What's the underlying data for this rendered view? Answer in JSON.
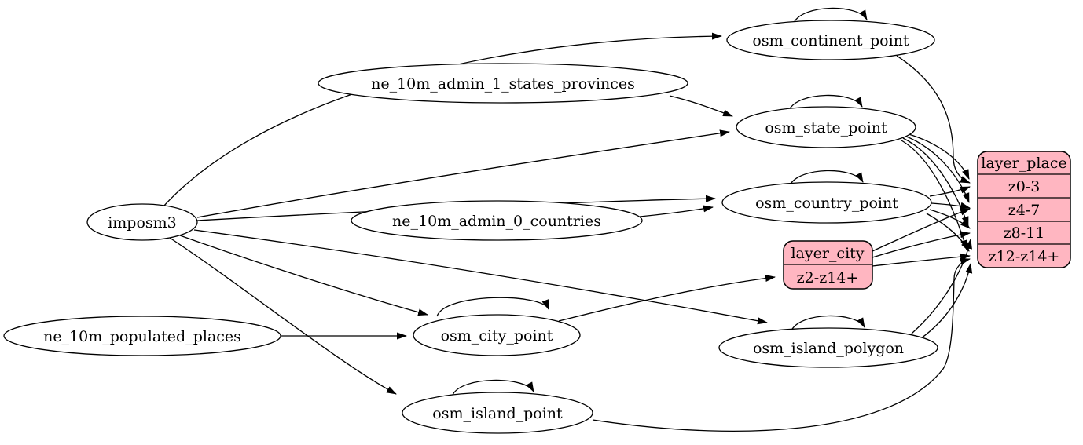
{
  "diagram": {
    "kind": "etl-dependency-graph",
    "colors": {
      "background": "#ffffff",
      "ellipse_fill": "#ffffff",
      "record_fill": "#ffb6c1",
      "stroke": "#000000"
    },
    "nodes": {
      "imposm3": {
        "label": "imposm3"
      },
      "ne_10m_admin_1_states_provinces": {
        "label": "ne_10m_admin_1_states_provinces"
      },
      "ne_10m_admin_0_countries": {
        "label": "ne_10m_admin_0_countries"
      },
      "ne_10m_populated_places": {
        "label": "ne_10m_populated_places"
      },
      "osm_continent_point": {
        "label": "osm_continent_point"
      },
      "osm_state_point": {
        "label": "osm_state_point"
      },
      "osm_country_point": {
        "label": "osm_country_point"
      },
      "osm_city_point": {
        "label": "osm_city_point"
      },
      "osm_island_polygon": {
        "label": "osm_island_polygon"
      },
      "osm_island_point": {
        "label": "osm_island_point"
      },
      "layer_place": {
        "title": "layer_place",
        "rows": [
          "z0-3",
          "z4-7",
          "z8-11",
          "z12-z14+"
        ]
      },
      "layer_city": {
        "title": "layer_city",
        "rows": [
          "z2-z14+"
        ]
      }
    },
    "edges": [
      {
        "from": "imposm3",
        "to": "osm_continent_point"
      },
      {
        "from": "imposm3",
        "to": "osm_state_point"
      },
      {
        "from": "imposm3",
        "to": "osm_country_point"
      },
      {
        "from": "imposm3",
        "to": "osm_city_point"
      },
      {
        "from": "imposm3",
        "to": "osm_island_polygon"
      },
      {
        "from": "imposm3",
        "to": "osm_island_point"
      },
      {
        "from": "ne_10m_admin_1_states_provinces",
        "to": "osm_state_point"
      },
      {
        "from": "ne_10m_admin_0_countries",
        "to": "osm_country_point"
      },
      {
        "from": "ne_10m_populated_places",
        "to": "osm_city_point"
      },
      {
        "from": "osm_continent_point",
        "to": "osm_continent_point"
      },
      {
        "from": "osm_state_point",
        "to": "osm_state_point"
      },
      {
        "from": "osm_country_point",
        "to": "osm_country_point"
      },
      {
        "from": "osm_city_point",
        "to": "osm_city_point"
      },
      {
        "from": "osm_island_polygon",
        "to": "osm_island_polygon"
      },
      {
        "from": "osm_island_point",
        "to": "osm_island_point"
      },
      {
        "from": "osm_continent_point",
        "to": "layer_place:z0-3"
      },
      {
        "from": "osm_state_point",
        "to": "layer_place:z0-3"
      },
      {
        "from": "osm_state_point",
        "to": "layer_place:z4-7"
      },
      {
        "from": "osm_state_point",
        "to": "layer_place:z8-11"
      },
      {
        "from": "osm_state_point",
        "to": "layer_place:z12-z14+"
      },
      {
        "from": "osm_country_point",
        "to": "layer_place:z0-3"
      },
      {
        "from": "osm_country_point",
        "to": "layer_place:z4-7"
      },
      {
        "from": "osm_country_point",
        "to": "layer_place:z8-11"
      },
      {
        "from": "osm_country_point",
        "to": "layer_place:z12-z14+"
      },
      {
        "from": "osm_city_point",
        "to": "layer_city:z2-z14+"
      },
      {
        "from": "layer_city",
        "to": "layer_place:z4-7"
      },
      {
        "from": "layer_city",
        "to": "layer_place:z8-11"
      },
      {
        "from": "layer_city",
        "to": "layer_place:z12-z14+"
      },
      {
        "from": "osm_island_polygon",
        "to": "layer_place:z8-11"
      },
      {
        "from": "osm_island_polygon",
        "to": "layer_place:z12-z14+"
      },
      {
        "from": "osm_island_point",
        "to": "layer_place:z12-z14+"
      }
    ]
  }
}
